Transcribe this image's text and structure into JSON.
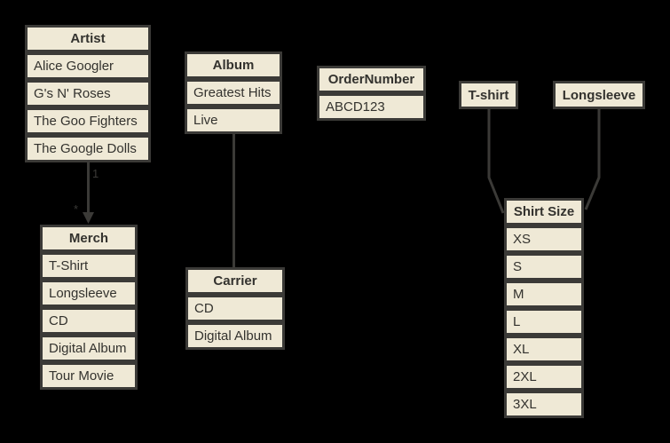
{
  "canvas": {
    "colors": {
      "bg": "#000000",
      "box_fill": "#efe9d6",
      "box_border": "#3b3a37",
      "text_color": "#33322e",
      "line_color": "#3b3a37"
    }
  },
  "entities": {
    "artist": {
      "title": "Artist",
      "rows": [
        "Alice Googler",
        "G's N' Roses",
        "The Goo Fighters",
        "The Google Dolls"
      ]
    },
    "album": {
      "title": "Album",
      "rows": [
        "Greatest Hits",
        "Live"
      ]
    },
    "order_number": {
      "title": "OrderNumber",
      "rows": [
        "ABCD123"
      ]
    },
    "t_shirt": {
      "title": "T-shirt"
    },
    "longsleeve": {
      "title": "Longsleeve"
    },
    "merch": {
      "title": "Merch",
      "rows": [
        "T-Shirt",
        "Longsleeve",
        "CD",
        "Digital Album",
        "Tour Movie"
      ]
    },
    "carrier": {
      "title": "Carrier",
      "rows": [
        "CD",
        "Digital Album"
      ]
    },
    "shirt_size": {
      "title": "Shirt Size",
      "rows": [
        "XS",
        "S",
        "M",
        "L",
        "XL",
        "2XL",
        "3XL"
      ]
    }
  },
  "connections": {
    "artist_merch": {
      "from": "Artist",
      "to": "Merch",
      "source_multiplicity": "1",
      "target_multiplicity": "*"
    },
    "album_carrier": {
      "from": "Album",
      "to": "Carrier"
    },
    "tshirt_shirtsize": {
      "from": "T-shirt",
      "to": "Shirt Size"
    },
    "longsleeve_shirtsize": {
      "from": "Longsleeve",
      "to": "Shirt Size"
    }
  }
}
